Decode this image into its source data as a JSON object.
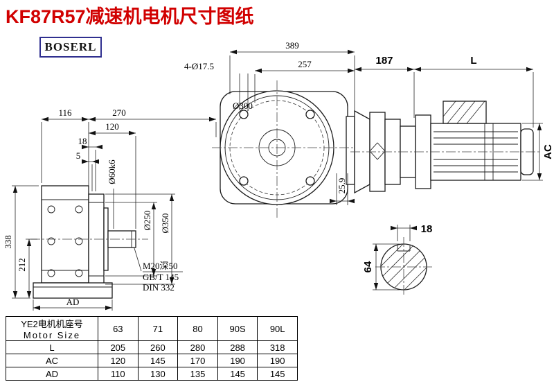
{
  "page": {
    "title": "KF87R57减速机电机尺寸图纸",
    "logo": "BOSERL"
  },
  "dims": {
    "w389": "389",
    "w257": "257",
    "holes": "4-Ø17.5",
    "d300": "Ø300",
    "o259": "25.9",
    "a187": "187",
    "L": "L",
    "AC": "AC",
    "w116": "116",
    "w270": "270",
    "w120": "120",
    "w18": "18",
    "w5": "5",
    "d60": "Ø60k6",
    "d250": "Ø250",
    "d350": "Ø350",
    "h338": "338",
    "h212": "212",
    "AD": "AD",
    "tap": "M20深50",
    "std1": "GB/T 145",
    "std2": "DIN 332",
    "key18": "18",
    "d64": "64"
  },
  "table": {
    "header_cn": "YE2电机机座号",
    "header_en": "Motor Size",
    "sizes": [
      "63",
      "71",
      "80",
      "90S",
      "90L"
    ],
    "rows": [
      {
        "label": "L",
        "values": [
          "205",
          "260",
          "280",
          "288",
          "318"
        ]
      },
      {
        "label": "AC",
        "values": [
          "120",
          "145",
          "170",
          "190",
          "190"
        ]
      },
      {
        "label": "AD",
        "values": [
          "110",
          "130",
          "135",
          "145",
          "145"
        ]
      }
    ]
  }
}
